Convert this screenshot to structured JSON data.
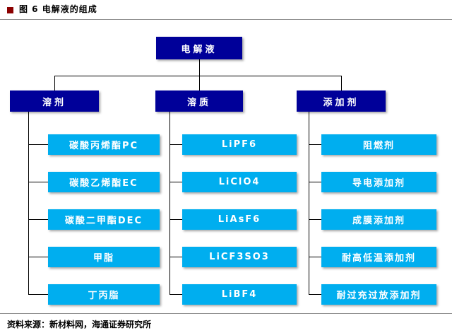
{
  "header": {
    "title": "图 6  电解液的组成"
  },
  "footer": {
    "source": "资料来源：新材料网，海通证券研究所"
  },
  "tree": {
    "root": "电解液",
    "columns": [
      {
        "parent": "溶剂",
        "children": [
          "碳酸丙烯酯PC",
          "碳酸乙烯酯EC",
          "碳酸二甲酯DEC",
          "甲脂",
          "丁丙脂"
        ]
      },
      {
        "parent": "溶质",
        "children": [
          "LiPF6",
          "LiClO4",
          "LiAsF6",
          "LiCF3SO3",
          "LiBF4"
        ]
      },
      {
        "parent": "添加剂",
        "children": [
          "阻燃剂",
          "导电添加剂",
          "成膜添加剂",
          "耐高低温添加剂",
          "耐过充过放添加剂"
        ]
      }
    ]
  },
  "colors": {
    "node_primary": "#000099",
    "node_secondary": "#00AEEF",
    "bullet": "#8B0000",
    "line": "#000000"
  }
}
